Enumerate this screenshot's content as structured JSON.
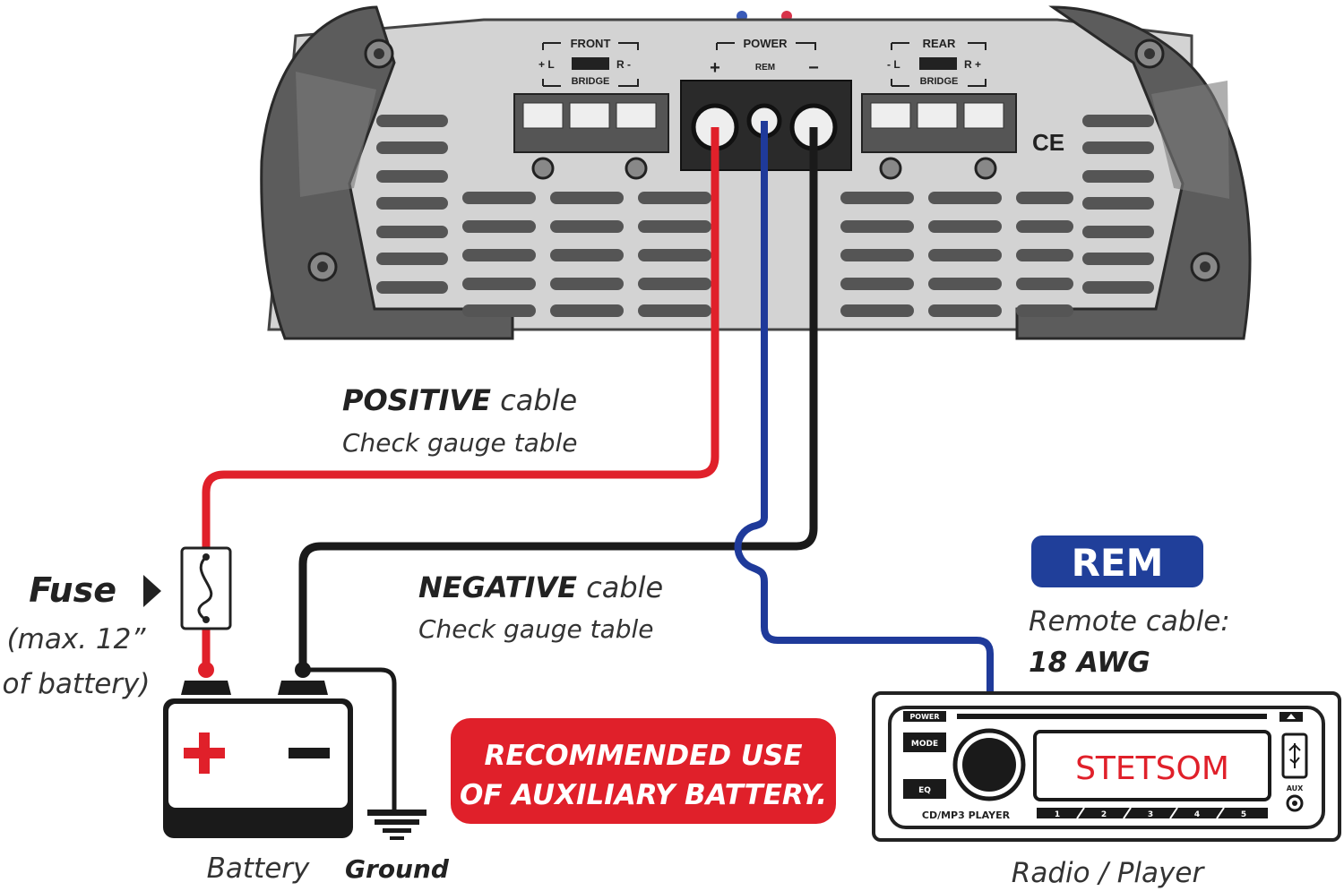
{
  "amp": {
    "front_label": "FRONT",
    "power_label": "POWER",
    "rear_label": "REAR",
    "bridge_label": "BRIDGE",
    "front_polarity": "+ L",
    "front_r": "R -",
    "rear_polarity": "- L",
    "rear_r": "R +",
    "plus": "+",
    "rem": "REM",
    "minus": "−",
    "ce_mark": "CE"
  },
  "cables": {
    "positive_bold": "POSITIVE",
    "positive_rest": " cable",
    "positive_note": "Check gauge table",
    "negative_bold": "NEGATIVE",
    "negative_rest": " cable",
    "negative_note": "Check gauge table"
  },
  "fuse": {
    "title": "Fuse",
    "note_line1": "(max. 12”",
    "note_line2": "of battery)"
  },
  "battery": {
    "label": "Battery",
    "plus": "+",
    "minus": "−"
  },
  "ground": {
    "label": "Ground"
  },
  "banner": {
    "line1": "RECOMMENDED USE",
    "line2": "OF AUXILIARY BATTERY."
  },
  "rem_box": {
    "badge": "REM",
    "desc": "Remote cable:",
    "gauge": "18 AWG"
  },
  "radio": {
    "power_btn": "POWER",
    "mode_btn": "MODE",
    "eq_btn": "EQ",
    "display": "STETSOM",
    "model": "CD/MP3 PLAYER",
    "aux": "AUX",
    "presets": [
      "1",
      "2",
      "3",
      "4",
      "5"
    ],
    "label": "Radio / Player"
  },
  "colors": {
    "positive": "#e0202a",
    "remote": "#1f3a9a",
    "negative": "#1a1a1a",
    "banner": "#e0202a",
    "badge": "#203f9a"
  }
}
